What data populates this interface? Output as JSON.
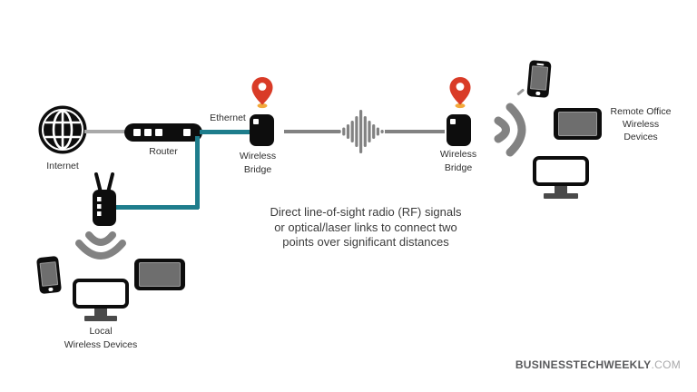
{
  "diagram": {
    "nodes": {
      "internet": {
        "label": "Internet"
      },
      "router": {
        "label": "Router"
      },
      "ethernet_label": "Ethernet",
      "bridge_left": {
        "label_line1": "Wireless",
        "label_line2": "Bridge"
      },
      "bridge_right": {
        "label_line1": "Wireless",
        "label_line2": "Bridge"
      },
      "local_devices": {
        "label_line1": "Local",
        "label_line2": "Wireless Devices"
      },
      "remote_devices": {
        "label_line1": "Remote Office",
        "label_line2": "Wireless",
        "label_line3": "Devices"
      }
    },
    "caption": {
      "line1": "Direct line-of-sight radio (RF) signals",
      "line2": "or optical/laser links to connect two",
      "line3": "points over significant distances"
    },
    "icons": {
      "globe-icon": "internet globe",
      "router-icon": "router pill with ports",
      "access-point-icon": "wireless access point with antennas",
      "wifi-down-icon": "wifi waves pointing down",
      "wifi-right-icon": "wifi waves pointing right",
      "map-pin-icon": "red location pin",
      "bridge-icon": "wireless bridge unit",
      "waveform-icon": "radio signal waveform",
      "phone-icon": "smartphone",
      "tablet-icon": "tablet",
      "monitor-icon": "desktop monitor"
    },
    "colors": {
      "accent_teal": "#1E7D8C",
      "pin_red": "#D93B27",
      "pin_base_orange": "#F2A93B",
      "icon_gray": "#828282",
      "line_gray": "#A9A9A9",
      "device_black": "#0D0D0D",
      "screen_gray": "#6E6E6E",
      "text_dark": "#3B3B3B",
      "brand_gray": "#58595B",
      "brand_light": "#A9A9AB"
    }
  },
  "footer": {
    "brand": "BUSINESSTECHWEEKLY",
    "suffix": ".COM"
  }
}
